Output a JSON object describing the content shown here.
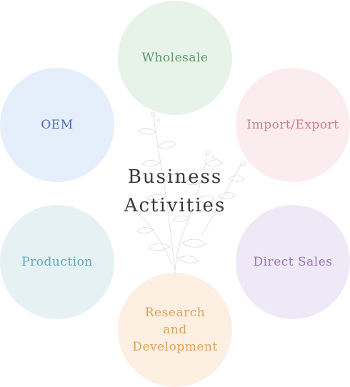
{
  "center": {
    "title": "Business\nActivities"
  },
  "activities": {
    "wholesale": "Wholesale",
    "import_export": "Import/Export",
    "direct_sales": "Direct Sales",
    "research_development": "Research\nand\nDevelopment",
    "production": "Production",
    "oem": "OEM"
  },
  "colors": {
    "wholesale": "#5a9a6a",
    "import_export": "#d07a8e",
    "direct_sales": "#9878b8",
    "research_development": "#e2a05a",
    "production": "#62a6bc",
    "oem": "#4a6ab0"
  }
}
